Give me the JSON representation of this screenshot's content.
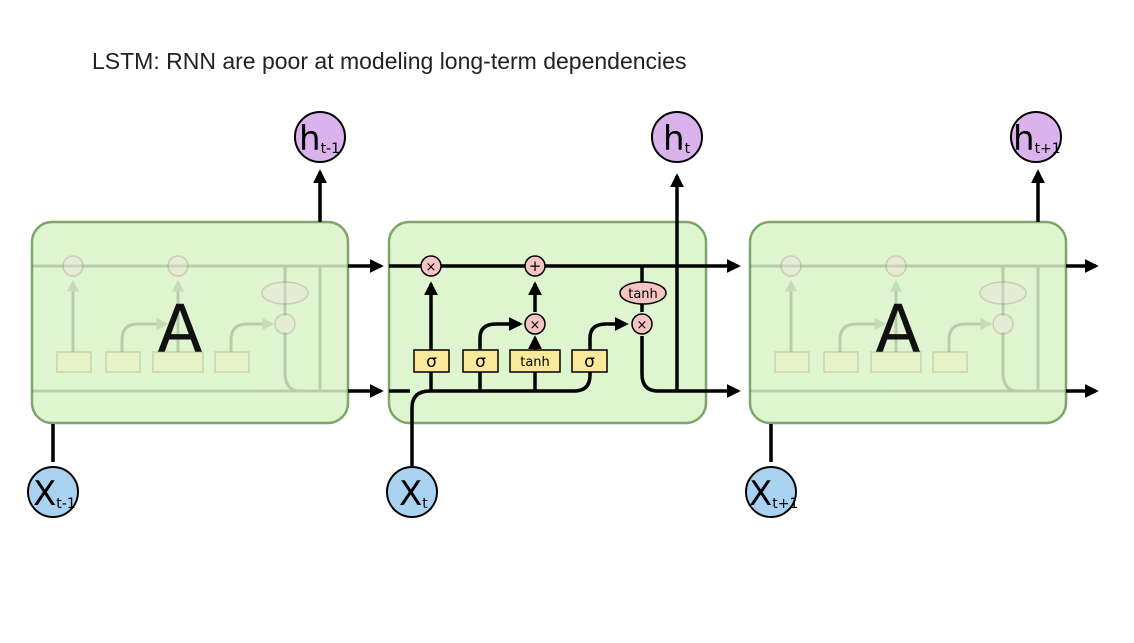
{
  "title": "LSTM: RNN are poor at modeling long-term dependencies",
  "cell_label": "A",
  "inputs": [
    {
      "base": "X",
      "sub": "t-1"
    },
    {
      "base": "X",
      "sub": "t"
    },
    {
      "base": "X",
      "sub": "t+1"
    }
  ],
  "outputs": [
    {
      "base": "h",
      "sub": "t-1"
    },
    {
      "base": "h",
      "sub": "t"
    },
    {
      "base": "h",
      "sub": "t+1"
    }
  ],
  "gates": [
    "σ",
    "σ",
    "tanh",
    "σ"
  ],
  "pointwise_ops": {
    "multiply": "×",
    "add": "+",
    "tanh": "tanh"
  },
  "colors": {
    "cell_fill": "#dff5cf",
    "cell_stroke": "#7fa66a",
    "input_node": "#a9d2f0",
    "output_node": "#dab2ec",
    "gate_fill": "#fbe99a",
    "op_fill": "#f7c4c4"
  }
}
